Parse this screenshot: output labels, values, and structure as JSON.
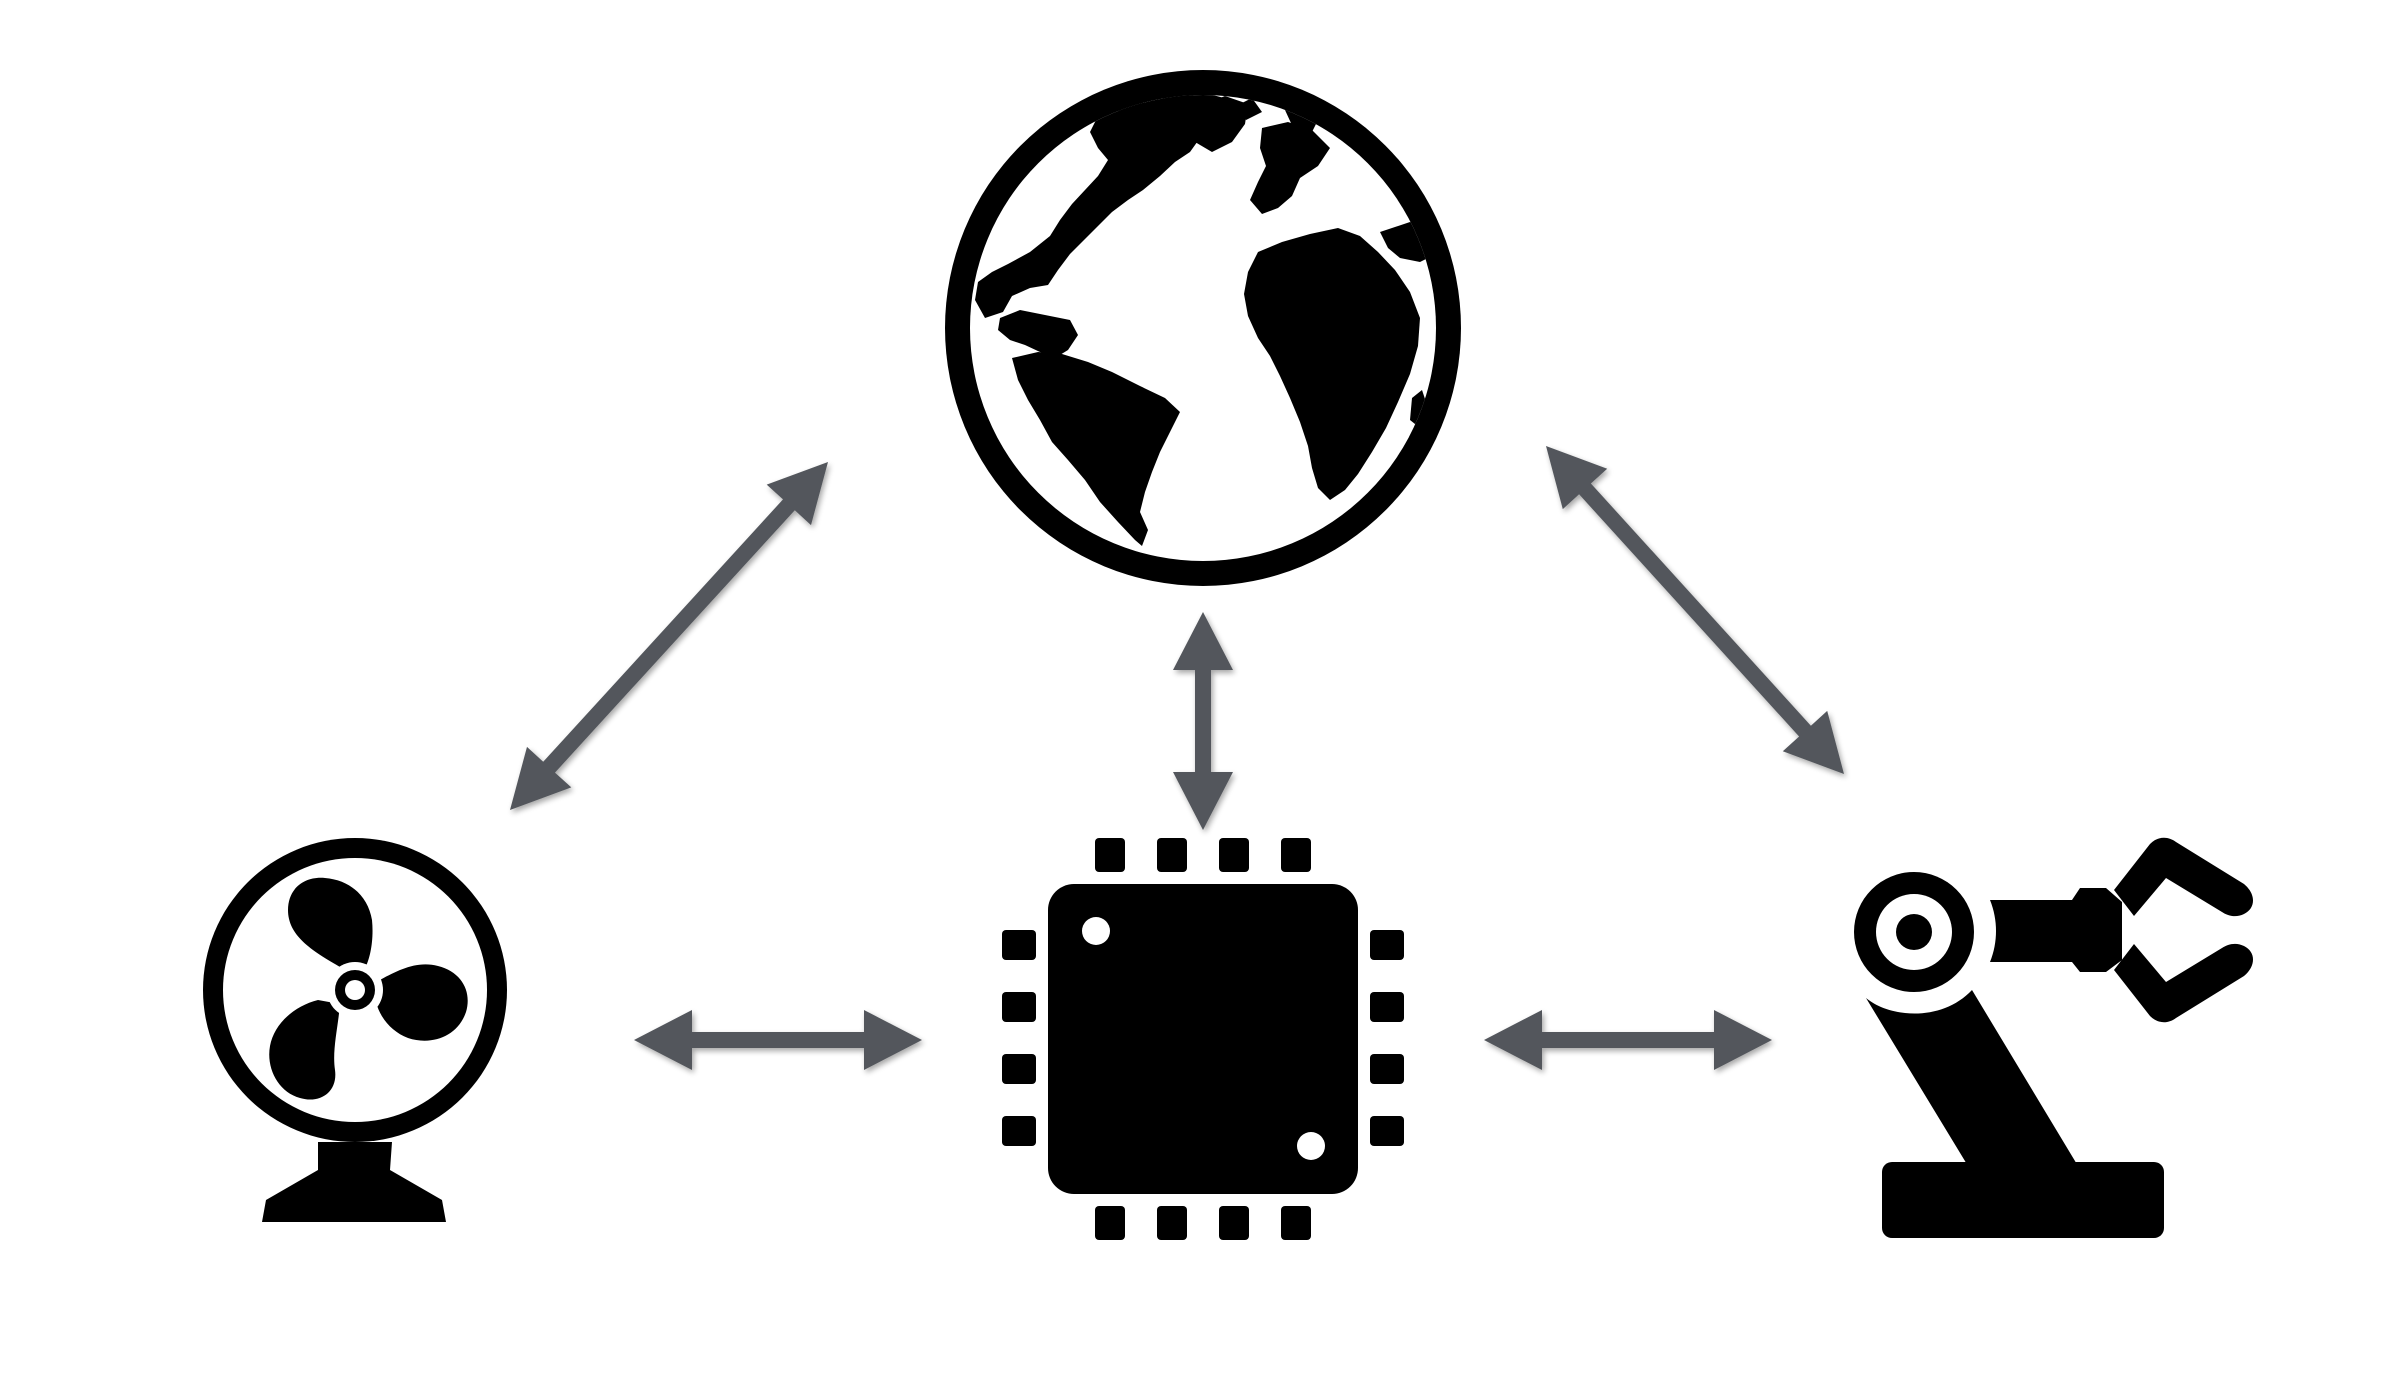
{
  "diagram": {
    "colors": {
      "background": "#ffffff",
      "icon": "#000000",
      "arrow": "#53575c"
    },
    "nodes": [
      {
        "id": "globe",
        "icon": "globe-icon"
      },
      {
        "id": "fan",
        "icon": "fan-icon"
      },
      {
        "id": "chip",
        "icon": "microchip-icon"
      },
      {
        "id": "robot",
        "icon": "robot-arm-icon"
      }
    ],
    "edges": [
      {
        "from": "fan",
        "to": "globe",
        "direction": "bidirectional"
      },
      {
        "from": "chip",
        "to": "globe",
        "direction": "bidirectional"
      },
      {
        "from": "robot",
        "to": "globe",
        "direction": "bidirectional"
      },
      {
        "from": "fan",
        "to": "chip",
        "direction": "bidirectional"
      },
      {
        "from": "chip",
        "to": "robot",
        "direction": "bidirectional"
      }
    ]
  }
}
